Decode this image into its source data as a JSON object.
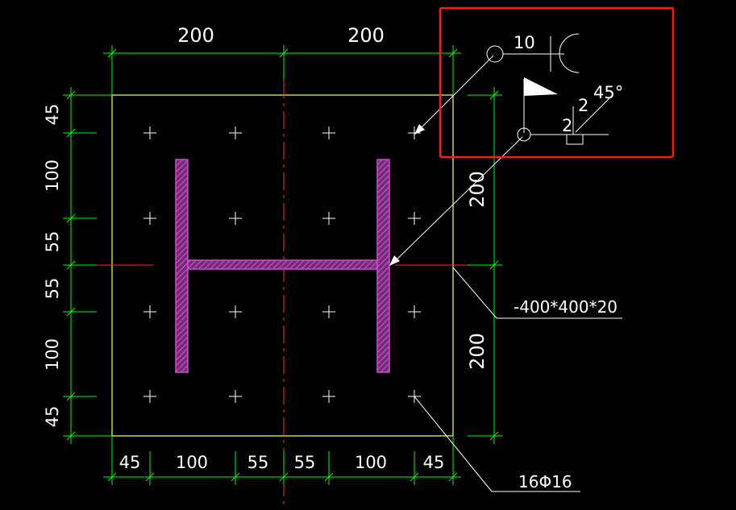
{
  "top_dims": [
    "200",
    "200"
  ],
  "bottom_dims": [
    "45",
    "100",
    "55",
    "55",
    "100",
    "45"
  ],
  "left_dims": [
    "45",
    "100",
    "55",
    "55",
    "100",
    "45"
  ],
  "right_dims": [
    "200",
    "200"
  ],
  "plate_label": "-400*400*20",
  "bolt_label": "16Φ16",
  "weld_symbol": {
    "reference_number": "10",
    "leg_size_vertical": "2",
    "leg_size_horizontal": "2",
    "angle": "45°"
  },
  "colors": {
    "dimension": "#00ff00",
    "plate": "#ffff66",
    "centerline": "#ff2a2a",
    "steel_section": "#d24bd2",
    "highlight": "#ff1a1a"
  }
}
